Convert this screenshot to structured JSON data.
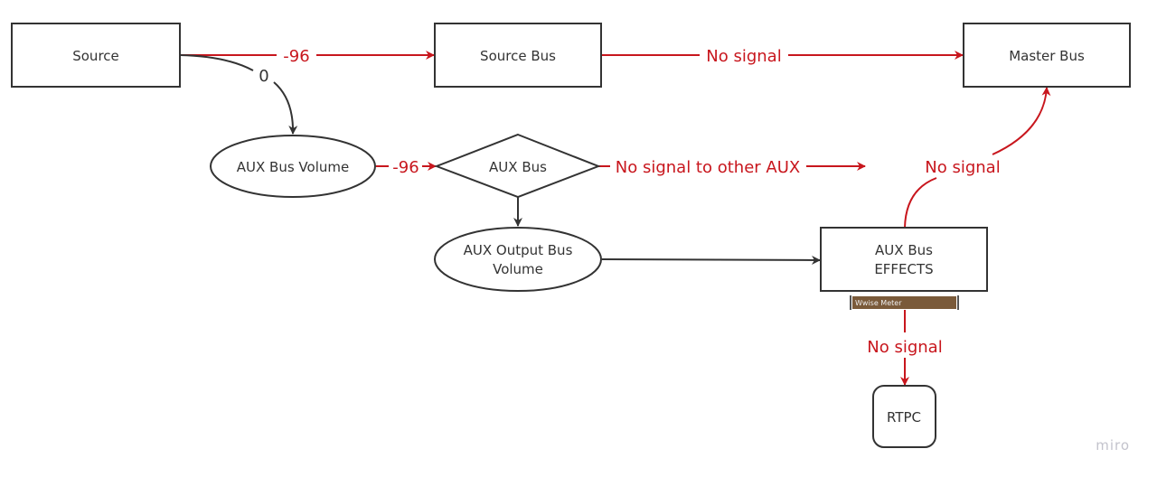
{
  "nodes": {
    "source": "Source",
    "source_bus": "Source Bus",
    "master_bus": "Master Bus",
    "aux_bus_volume": "AUX Bus Volume",
    "aux_bus": "AUX Bus",
    "aux_output_bus_volume_line1": "AUX Output Bus",
    "aux_output_bus_volume_line2": "Volume",
    "aux_bus_effects_line1": "AUX Bus",
    "aux_bus_effects_line2": "EFFECTS",
    "rtpc": "RTPC"
  },
  "edges": {
    "source_to_source_bus": "-96",
    "source_to_aux_bus_volume": "0",
    "source_bus_to_master_bus": "No signal",
    "aux_bus_volume_to_aux_bus": "-96",
    "aux_bus_to_other_aux": "No signal to other AUX",
    "effects_to_master_bus": "No signal",
    "effects_to_rtpc": "No signal"
  },
  "meter_label": "Wwise Meter",
  "watermark": "miro",
  "colors": {
    "signal_red": "#c8161d",
    "meter_brown": "#7a5a3a",
    "stroke": "#333333"
  }
}
